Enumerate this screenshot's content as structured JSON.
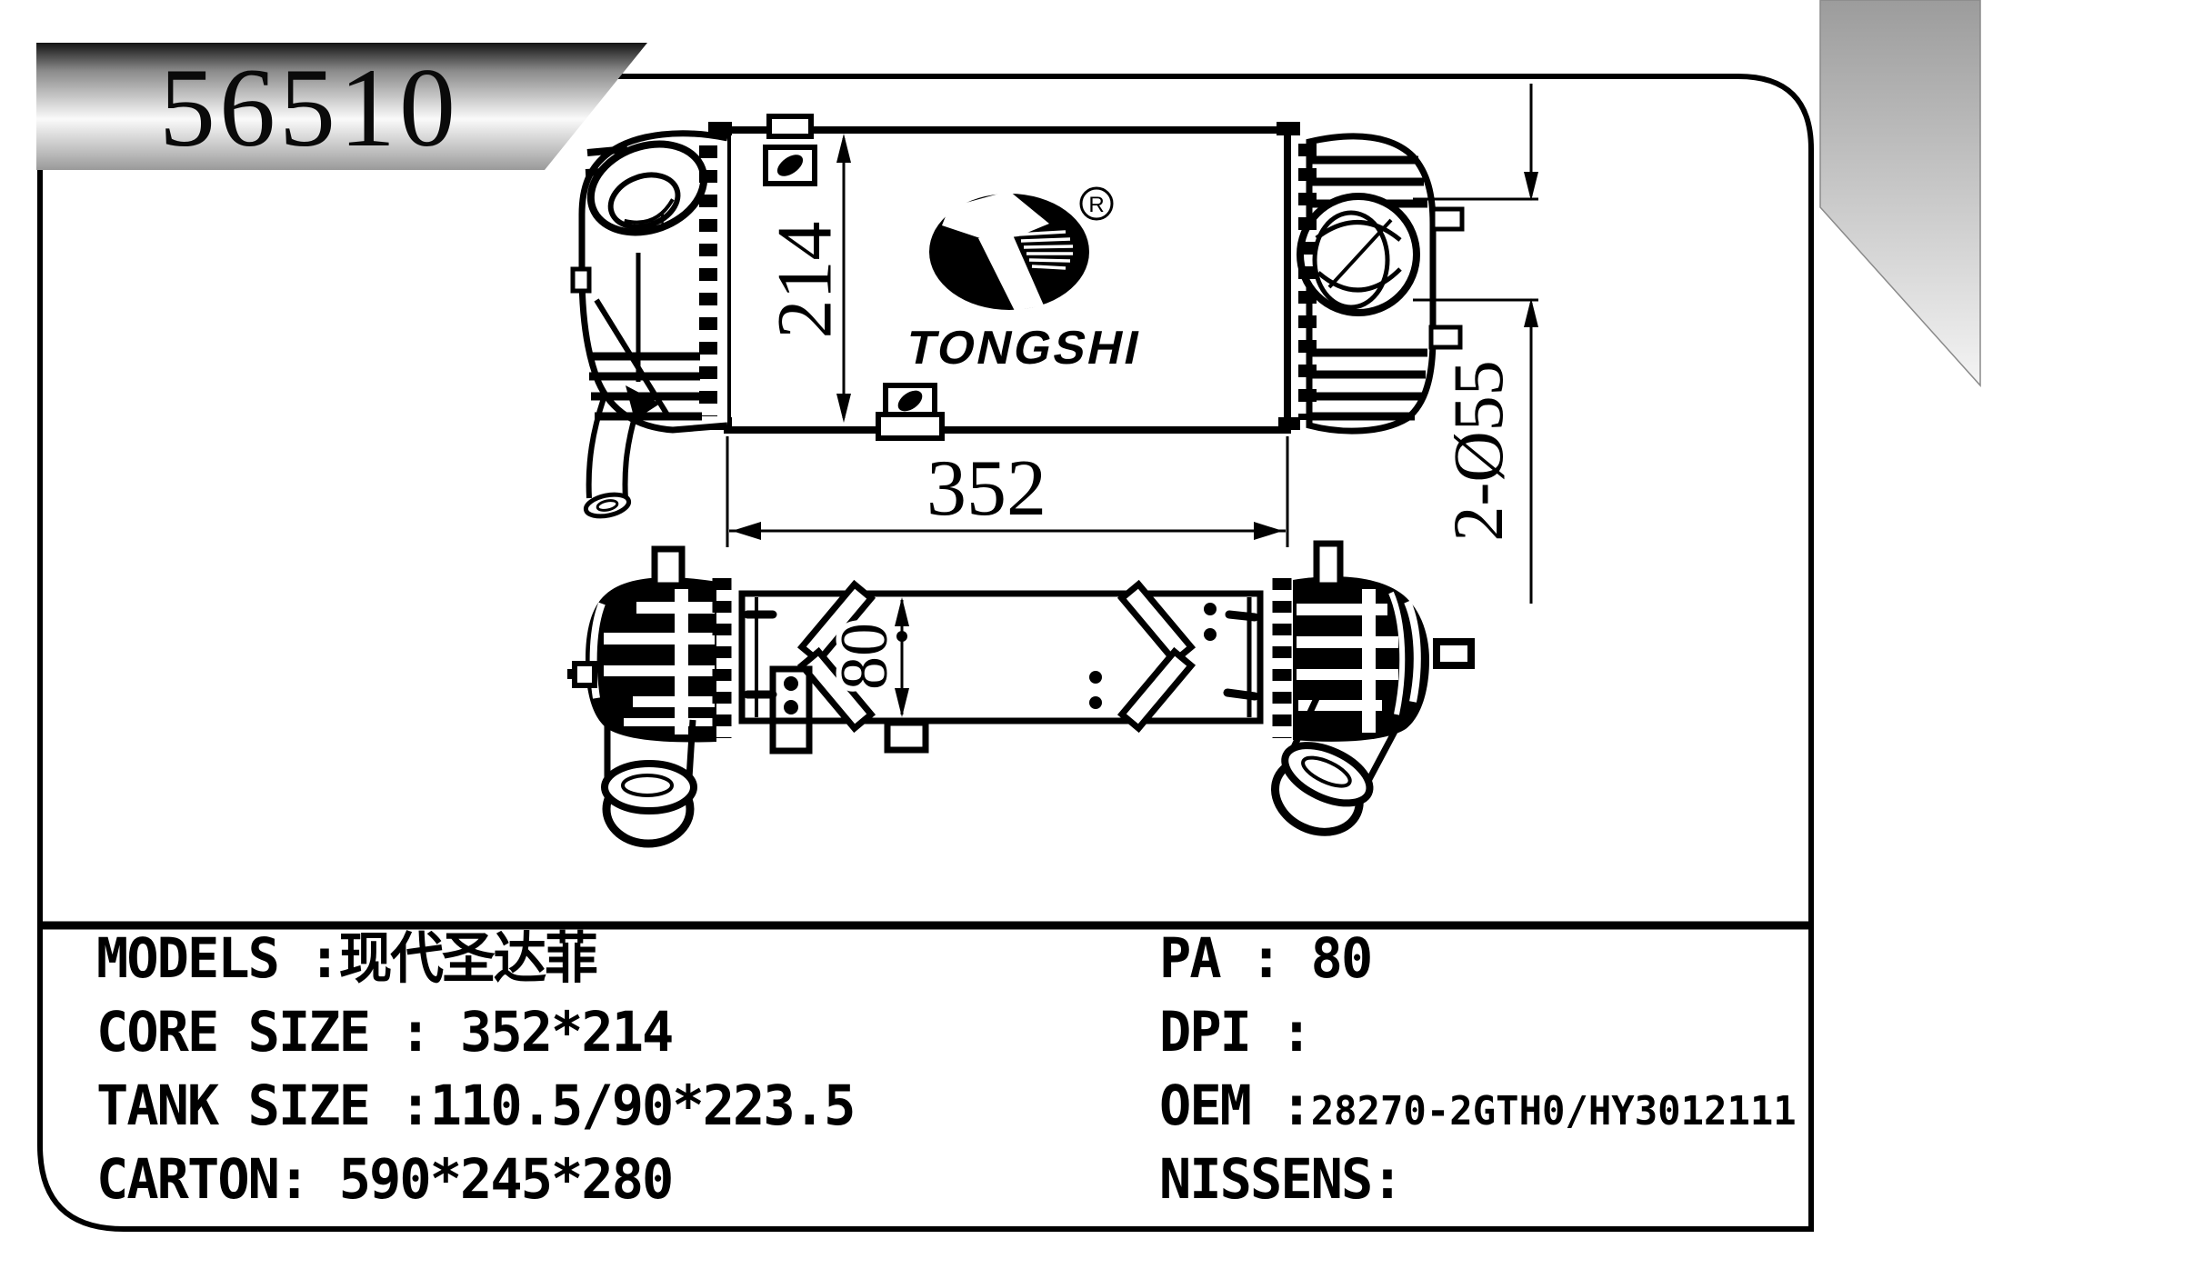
{
  "banner": {
    "part_number": "56510"
  },
  "logo": {
    "registered_mark": "R",
    "wordmark": "TONGSHI"
  },
  "drawing": {
    "dim_core_height": "214",
    "dim_core_width": "352",
    "dim_depth": "80",
    "dim_ports": "2-Ø55"
  },
  "specs": {
    "left": [
      {
        "text": "MODELS :现代圣达菲"
      },
      {
        "text": "CORE SIZE : 352*214"
      },
      {
        "text": "TANK SIZE :110.5/90*223.5"
      },
      {
        "text": "CARTON: 590*245*280"
      }
    ],
    "right": {
      "pa": "PA : 80",
      "dpi": "DPI :",
      "oem_label": "OEM :",
      "oem_value": "28270-2GTH0/HY3012111",
      "nissens": "NISSENS:"
    }
  },
  "colors": {
    "line": "#000000",
    "paper": "#ffffff",
    "banner_dark": "#141414",
    "banner_light": "#fafafa",
    "corner_grey_dark": "#9c9c9c",
    "corner_grey_light": "#f4f4f4"
  }
}
